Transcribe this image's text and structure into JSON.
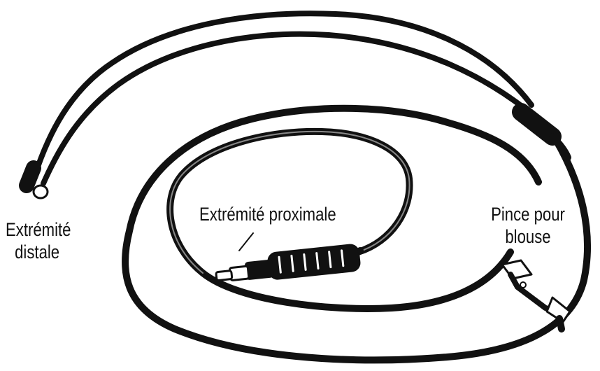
{
  "labels": {
    "distal_end": [
      "Extrémité",
      "distale"
    ],
    "proximal_end": "Extrémité proximale",
    "gown_clip": [
      "Pince pour",
      "blouse"
    ]
  },
  "colors": {
    "cable": "#111111",
    "highlight": "#ffffff",
    "background": "#ffffff"
  }
}
